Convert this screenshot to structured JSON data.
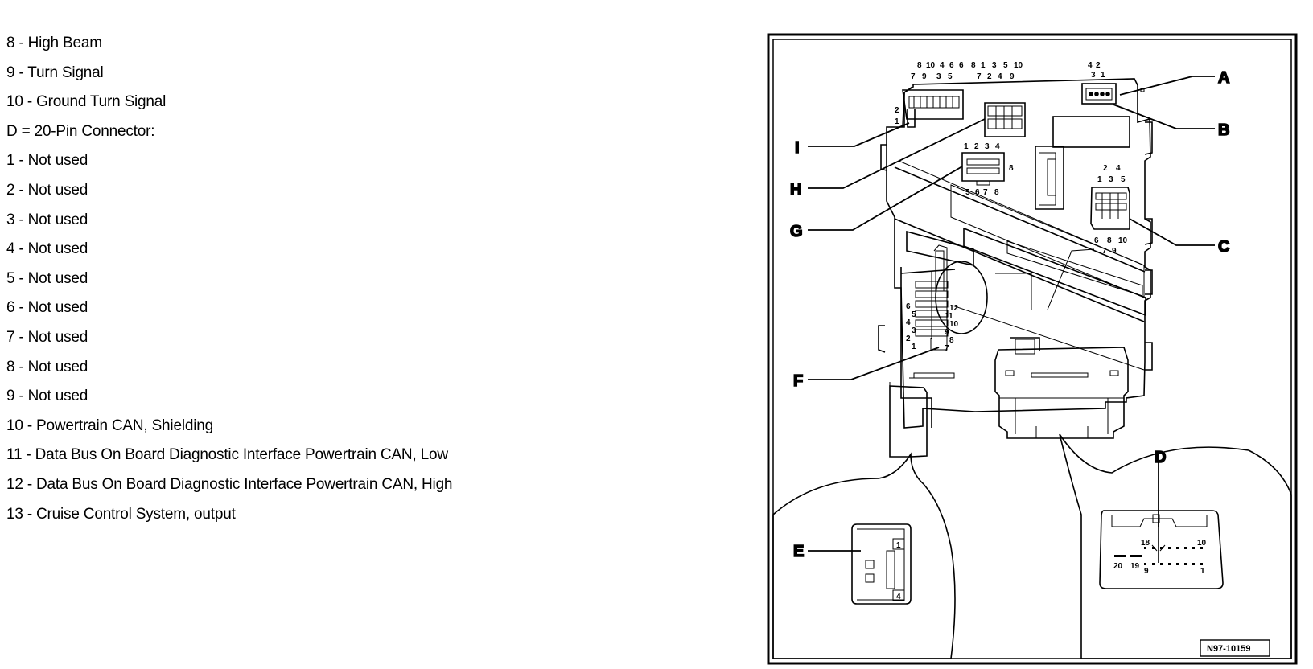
{
  "legend": [
    "8 - High Beam",
    "9 - Turn Signal",
    "10 - Ground Turn Signal",
    "D = 20-Pin Connector:",
    "1 - Not used",
    "2 - Not used",
    "3 - Not used",
    "4 - Not used",
    "5 - Not used",
    "6 - Not used",
    "7 - Not used",
    "8 - Not used",
    "9 - Not used",
    "10 - Powertrain CAN, Shielding",
    "11 - Data Bus On Board Diagnostic Interface Powertrain CAN, Low",
    "12 - Data Bus On Board Diagnostic Interface Powertrain CAN, High",
    "13 - Cruise Control System, output"
  ],
  "callouts": {
    "A": "A",
    "B": "B",
    "C": "C",
    "D": "D",
    "E": "E",
    "F": "F",
    "G": "G",
    "H": "H",
    "I": "I"
  },
  "pins": {
    "i_top": [
      "8",
      "10",
      "4",
      "6",
      "6"
    ],
    "i_top2": [
      "7",
      "9",
      "3",
      "5"
    ],
    "i_side": [
      "2",
      "1"
    ],
    "h_top": [
      "8",
      "1",
      "3",
      "5",
      "10"
    ],
    "h_top2": [
      "7",
      "2",
      "4",
      "9"
    ],
    "ab_top": [
      "4",
      "2"
    ],
    "ab_top2": [
      "3",
      "1"
    ],
    "g_top": [
      "1",
      "2",
      "3",
      "4"
    ],
    "g_bottom": [
      "5",
      "6",
      "7",
      "8"
    ],
    "g_side": "8",
    "c_top": [
      "2",
      "4"
    ],
    "c_top2": [
      "1",
      "3",
      "5"
    ],
    "c_bottom": [
      "6",
      "8",
      "10"
    ],
    "c_bottom2": [
      "7",
      "9"
    ],
    "f_left": [
      "6",
      "5",
      "4",
      "3",
      "2",
      "1"
    ],
    "f_right": [
      "12",
      "11",
      "10",
      "9",
      "8",
      "7"
    ],
    "e_pins": [
      "1",
      "4"
    ],
    "d_pins": [
      "18",
      "10",
      "20",
      "19",
      "9",
      "1"
    ]
  },
  "reference": "N97-10159"
}
